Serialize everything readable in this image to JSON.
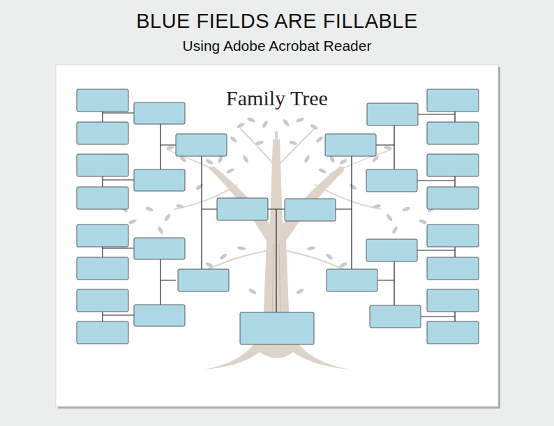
{
  "diagram": {
    "title": "Family Tree",
    "labels": [
      "BLUE FIELDS ARE FILLABLE",
      "Using Adobe Acrobat Reader"
    ]
  }
}
